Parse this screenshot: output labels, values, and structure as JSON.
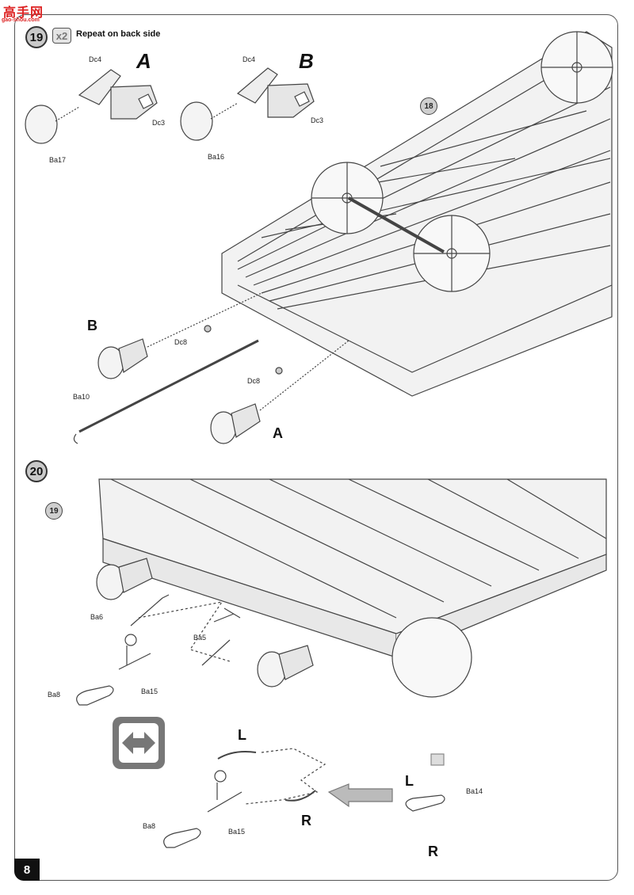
{
  "watermark": {
    "title": "高手网",
    "subtitle": "gao-shou.com"
  },
  "step19": {
    "number": "19",
    "multiplier": "x2",
    "instruction": "Repeat on back side",
    "variant_a": {
      "letter": "A",
      "labels": [
        "Dc4",
        "Dc3",
        "Ba17"
      ]
    },
    "variant_b": {
      "letter": "B",
      "labels": [
        "Dc4",
        "Dc3",
        "Ba16"
      ]
    },
    "ref_step": "18",
    "callouts": {
      "b": "B",
      "a": "A",
      "dc8_top": "Dc8",
      "dc8_bottom": "Dc8",
      "ba10": "Ba10"
    }
  },
  "step20": {
    "number": "20",
    "ref_step": "19",
    "labels": {
      "ba6": "Ba6",
      "ba5": "Ba5",
      "ba15": "Ba15",
      "ba8": "Ba8"
    },
    "sub": {
      "l_top": "L",
      "r_mid": "R",
      "ba8": "Ba8",
      "ba15": "Ba15",
      "ba14": "Ba14",
      "l_right": "L",
      "r_bottom": "R"
    }
  },
  "page_number": "8"
}
